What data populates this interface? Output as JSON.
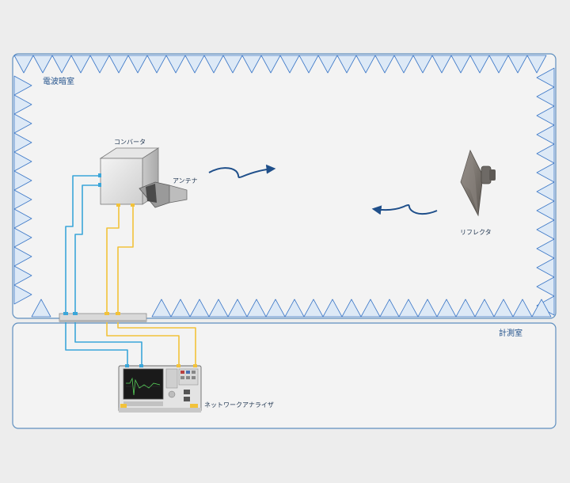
{
  "rooms": {
    "anechoic_label": "電波暗室",
    "measurement_label": "計測室"
  },
  "components": {
    "converter_label": "コンバータ",
    "antenna_label": "アンテナ",
    "reflector_label": "リフレクタ",
    "analyzer_label": "ネットワークアナライザ"
  },
  "colors": {
    "absorber_fill": "#dde9f6",
    "absorber_stroke": "#3b77c7",
    "blue_cable": "#3ba6d9",
    "yellow_cable": "#f2c23a",
    "wave_arrow": "#1f4f8a",
    "room_border": "#5f8fbf"
  },
  "icons": {
    "converter": "converter-box-icon",
    "antenna": "horn-antenna-icon",
    "reflector": "reflector-dish-icon",
    "analyzer": "network-analyzer-icon",
    "panel": "bulkhead-panel-icon"
  }
}
